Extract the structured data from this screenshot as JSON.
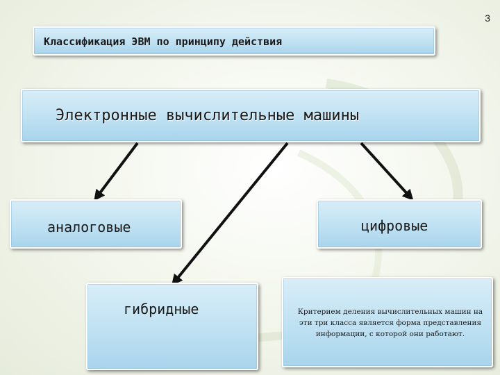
{
  "page_number": "3",
  "title": "Классификация ЭВМ по принципу действия",
  "main_node": "Электронные вычислительные машины",
  "nodes": {
    "analog": "аналоговые",
    "digital": "цифровые",
    "hybrid": "гибридные"
  },
  "note": "Критерием деления вычислительных машин на эти три класса является форма представления информации, с которой они работают.",
  "colors": {
    "box_fill": "#bfe1f2",
    "box_border": "#ffffff",
    "arrow": "#111111"
  }
}
